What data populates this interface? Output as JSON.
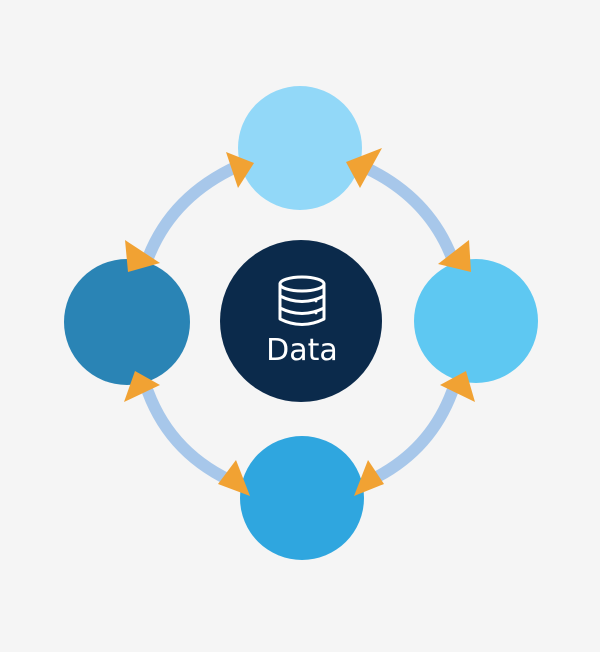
{
  "center": {
    "label": "Data",
    "icon": "database-icon",
    "color": "#0b2a4b"
  },
  "nodes": [
    {
      "name": "node-top",
      "color": "#92d8f8"
    },
    {
      "name": "node-right",
      "color": "#5ec8f2"
    },
    {
      "name": "node-bottom",
      "color": "#2fa6df"
    },
    {
      "name": "node-left",
      "color": "#2a84b5"
    }
  ],
  "colors": {
    "background": "#f5f5f5",
    "arrow_shaft": "#a7c7ea",
    "arrow_head": "#f1a233"
  }
}
